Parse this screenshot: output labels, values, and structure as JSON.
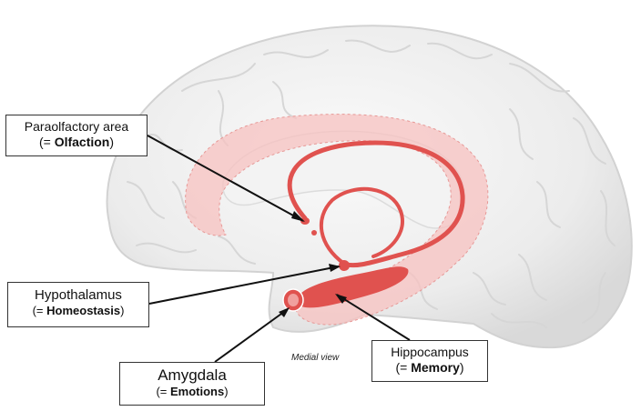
{
  "labels": {
    "paraolfactory": {
      "name": "Paraolfactory area",
      "func_prefix": "(= ",
      "func_bold": "Olfaction",
      "func_suffix": ")"
    },
    "hypothalamus": {
      "name": "Hypothalamus",
      "func_prefix": "(= ",
      "func_bold": "Homeostasis",
      "func_suffix": ")"
    },
    "amygdala": {
      "name": "Amygdala",
      "func_prefix": "(= ",
      "func_bold": "Emotions",
      "func_suffix": ")"
    },
    "hippocampus": {
      "name": "Hippocampus",
      "func_prefix": "(= ",
      "func_bold": "Memory",
      "func_suffix": ")"
    }
  },
  "caption": "Medial view",
  "colors": {
    "brain_fill": "#ececec",
    "brain_outline": "#d2d2d2",
    "limbic_light": "#f7c2c0",
    "limbic_strong": "#e0524f",
    "leader_line": "#111111"
  }
}
